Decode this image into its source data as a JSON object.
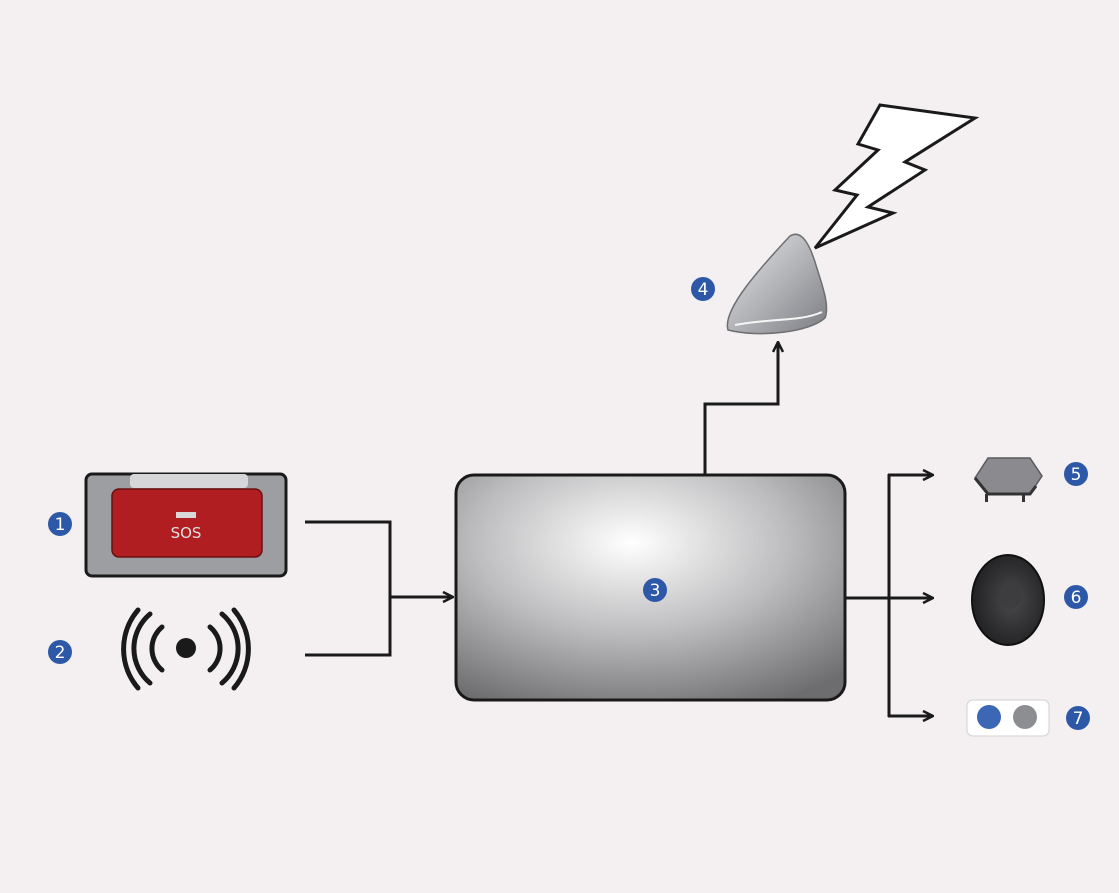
{
  "colors": {
    "background": "#f4f0f1",
    "badge": "#2d58a8",
    "sos_button": "#b01e22",
    "line": "#1a1a1a"
  },
  "sos_button": {
    "label": "SOS",
    "icon": "sos-button-icon"
  },
  "badges": [
    {
      "number": "1",
      "refers_to": "sos-button"
    },
    {
      "number": "2",
      "refers_to": "wireless-signal"
    },
    {
      "number": "3",
      "refers_to": "control-unit"
    },
    {
      "number": "4",
      "refers_to": "antenna"
    },
    {
      "number": "5",
      "refers_to": "microphone"
    },
    {
      "number": "6",
      "refers_to": "speaker"
    },
    {
      "number": "7",
      "refers_to": "indicator-lights"
    }
  ],
  "icons": [
    "sos-button-icon",
    "wireless-signal-icon",
    "antenna-icon",
    "lightning-icon",
    "microphone-icon",
    "speaker-icon",
    "indicator-lights-icon"
  ]
}
